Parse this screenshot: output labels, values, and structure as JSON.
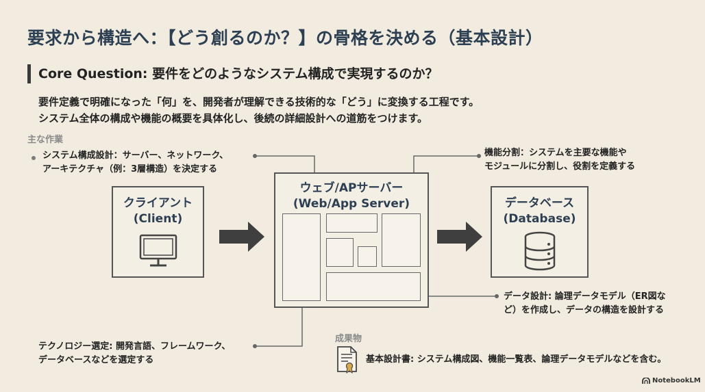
{
  "title": "要求から構造へ：【どう創るのか？】の骨格を決める（基本設計）",
  "core_question": "Core Question: 要件をどのようなシステム構成で実現するのか？",
  "description": {
    "line1": "要件定義で明確になった「何」を、開発者が理解できる技術的な「どう」に変換する工程です。",
    "line2": "システム全体の構成や機能の概要を具体化し、後続の詳細設計への道筋をつけます。"
  },
  "main_tasks_label": "主な作業",
  "notes": {
    "system_design": {
      "line1": "システム構成設計：サーバー、ネットワーク、",
      "line2": "アーキテクチャ（例：3層構造）を決定する"
    },
    "function_split": {
      "line1": "機能分割：システムを主要な機能や",
      "line2": "モジュールに分割し、役割を定義する"
    },
    "data_design": {
      "line1": "データ設計: 論理データモデル（ER図な",
      "line2": "ど）を作成し、データの構造を設計する"
    },
    "tech_selection": {
      "line1": "テクノロジー選定: 開発言語、フレームワーク、",
      "line2": "データベースなどを選定する"
    }
  },
  "diagram": {
    "client": {
      "title": "クライアント",
      "subtitle": "(Client)",
      "icon": "monitor-icon"
    },
    "server": {
      "title": "ウェブ/APサーバー",
      "subtitle": "(Web/App Server)"
    },
    "database": {
      "title": "データベース",
      "subtitle": "(Database)",
      "icon": "database-icon"
    }
  },
  "deliverables": {
    "label": "成果物",
    "icon": "certificate-document-icon",
    "text": "基本設計書: システム構成図、機能一覧表、論理データモデルなどを含む。"
  },
  "brand": "NotebookLM",
  "colors": {
    "background": "#f1ecdf",
    "title": "#2d3f52",
    "arrow": "#3f3f3f",
    "muted_label": "#8a8a8a"
  }
}
